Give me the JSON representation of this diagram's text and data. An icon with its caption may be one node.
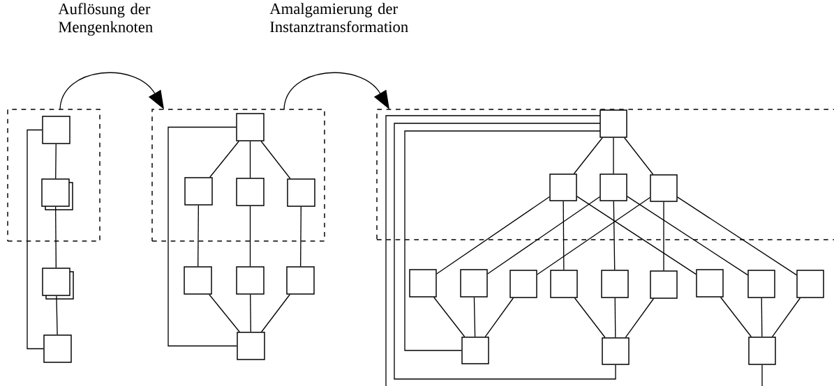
{
  "diagram": {
    "nodes": [
      {
        "text": [],
        "shape": "frame"
      },
      {
        "text": [],
        "shape": "box",
        "in": 0
      },
      {
        "text": [],
        "shape": "stack",
        "in": 0
      },
      {
        "text": [],
        "shape": "stack"
      },
      {
        "text": [],
        "shape": "box"
      },
      {
        "text": [],
        "shape": "frame"
      },
      {
        "text": [],
        "shape": "box",
        "in": 5
      },
      {
        "text": [],
        "shape": "box",
        "in": 5
      },
      {
        "text": [],
        "shape": "box",
        "in": 5
      },
      {
        "text": [],
        "shape": "box",
        "in": 5
      },
      {
        "text": [],
        "shape": "box"
      },
      {
        "text": [],
        "shape": "box"
      },
      {
        "text": [],
        "shape": "box"
      },
      {
        "text": [],
        "shape": "box"
      },
      {
        "text": [],
        "shape": "frame"
      },
      {
        "text": [],
        "shape": "box",
        "in": 14
      },
      {
        "text": [],
        "shape": "box",
        "in": 14
      },
      {
        "text": [],
        "shape": "box",
        "in": 14
      },
      {
        "text": [],
        "shape": "box",
        "in": 14
      },
      {
        "text": [],
        "shape": "box"
      },
      {
        "text": [],
        "shape": "box"
      },
      {
        "text": [],
        "shape": "box"
      },
      {
        "text": [],
        "shape": "box"
      },
      {
        "text": [],
        "shape": "box"
      },
      {
        "text": [],
        "shape": "box"
      },
      {
        "text": [],
        "shape": "box"
      },
      {
        "text": [],
        "shape": "box"
      },
      {
        "text": [],
        "shape": "box"
      },
      {
        "text": [],
        "shape": "box"
      },
      {
        "text": [],
        "shape": "box"
      },
      {
        "text": [],
        "shape": "box"
      }
    ],
    "edges": [
      {
        "from": 0,
        "to": 5,
        "arrow": "to",
        "label": "Auflösung der Mengenknoten"
      },
      {
        "from": 5,
        "to": 14,
        "arrow": "to",
        "label": "Amalgamierung der Instanztransformation"
      },
      {
        "from": 1,
        "to": 2,
        "arrow": "none"
      },
      {
        "from": 2,
        "to": 3,
        "arrow": "none"
      },
      {
        "from": 3,
        "to": 4,
        "arrow": "none"
      },
      {
        "from": 1,
        "to": 4,
        "arrow": "none"
      },
      {
        "from": 6,
        "to": 7,
        "arrow": "none"
      },
      {
        "from": 6,
        "to": 8,
        "arrow": "none"
      },
      {
        "from": 6,
        "to": 9,
        "arrow": "none"
      },
      {
        "from": 7,
        "to": 10,
        "arrow": "none"
      },
      {
        "from": 8,
        "to": 11,
        "arrow": "none"
      },
      {
        "from": 9,
        "to": 12,
        "arrow": "none"
      },
      {
        "from": 10,
        "to": 13,
        "arrow": "none"
      },
      {
        "from": 11,
        "to": 13,
        "arrow": "none"
      },
      {
        "from": 12,
        "to": 13,
        "arrow": "none"
      },
      {
        "from": 6,
        "to": 13,
        "arrow": "none"
      },
      {
        "from": 15,
        "to": 16,
        "arrow": "none"
      },
      {
        "from": 15,
        "to": 17,
        "arrow": "none"
      },
      {
        "from": 15,
        "to": 18,
        "arrow": "none"
      },
      {
        "from": 16,
        "to": 19,
        "arrow": "none"
      },
      {
        "from": 16,
        "to": 22,
        "arrow": "none"
      },
      {
        "from": 16,
        "to": 25,
        "arrow": "none"
      },
      {
        "from": 17,
        "to": 20,
        "arrow": "none"
      },
      {
        "from": 17,
        "to": 23,
        "arrow": "none"
      },
      {
        "from": 17,
        "to": 26,
        "arrow": "none"
      },
      {
        "from": 18,
        "to": 21,
        "arrow": "none"
      },
      {
        "from": 18,
        "to": 24,
        "arrow": "none"
      },
      {
        "from": 18,
        "to": 27,
        "arrow": "none"
      },
      {
        "from": 19,
        "to": 28,
        "arrow": "none"
      },
      {
        "from": 20,
        "to": 28,
        "arrow": "none"
      },
      {
        "from": 21,
        "to": 28,
        "arrow": "none"
      },
      {
        "from": 22,
        "to": 29,
        "arrow": "none"
      },
      {
        "from": 23,
        "to": 29,
        "arrow": "none"
      },
      {
        "from": 24,
        "to": 29,
        "arrow": "none"
      },
      {
        "from": 25,
        "to": 30,
        "arrow": "none"
      },
      {
        "from": 26,
        "to": 30,
        "arrow": "none"
      },
      {
        "from": 27,
        "to": 30,
        "arrow": "none"
      },
      {
        "from": 15,
        "to": 30,
        "arrow": "none"
      },
      {
        "from": 15,
        "to": 29,
        "arrow": "none"
      },
      {
        "from": 15,
        "to": 28,
        "arrow": "none"
      }
    ]
  }
}
